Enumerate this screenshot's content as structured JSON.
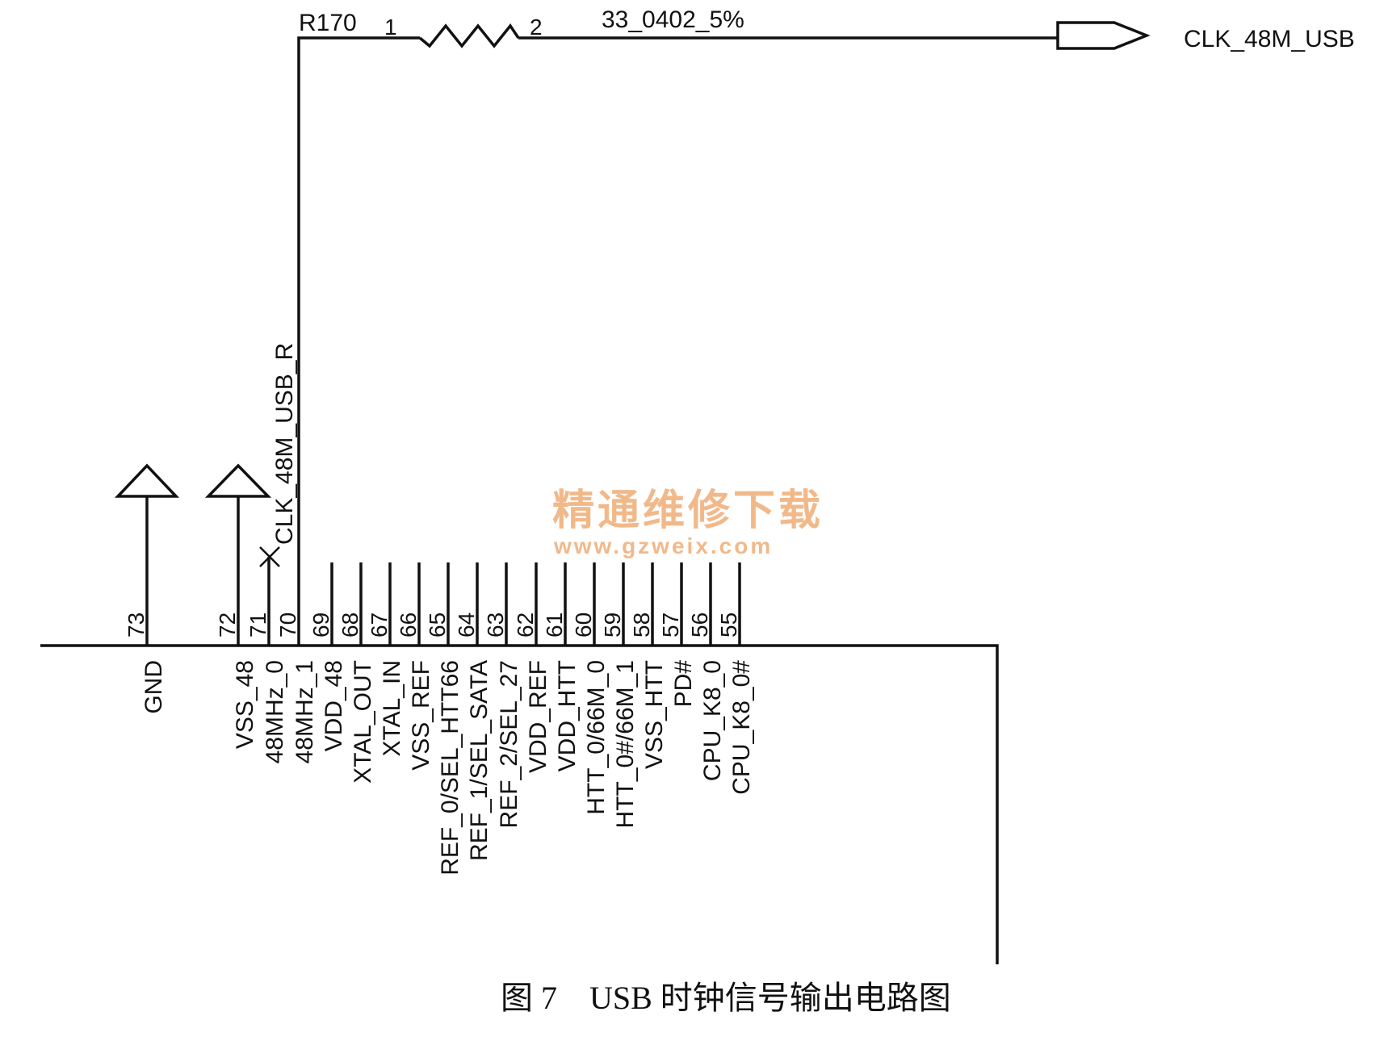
{
  "resistor": {
    "ref": "R170",
    "pin1": "1",
    "pin2": "2",
    "value": "33_0402_5%"
  },
  "output_net": "CLK_48M_USB",
  "trace_net": "CLK_48M_USB_R",
  "pins": [
    {
      "num": "73",
      "name": "GND"
    },
    {
      "num": "72",
      "name": "VSS_48"
    },
    {
      "num": "71",
      "name": "48MHz_0"
    },
    {
      "num": "70",
      "name": "48MHz_1"
    },
    {
      "num": "69",
      "name": "VDD_48"
    },
    {
      "num": "68",
      "name": "XTAL_OUT"
    },
    {
      "num": "67",
      "name": "XTAL_IN"
    },
    {
      "num": "66",
      "name": "VSS_REF"
    },
    {
      "num": "65",
      "name": "REF_0/SEL_HTT66"
    },
    {
      "num": "64",
      "name": "REF_1/SEL_SATA"
    },
    {
      "num": "63",
      "name": "REF_2/SEL_27"
    },
    {
      "num": "62",
      "name": "VDD_REF"
    },
    {
      "num": "61",
      "name": "VDD_HTT"
    },
    {
      "num": "60",
      "name": "HTT_0/66M_0"
    },
    {
      "num": "59",
      "name": "HTT_0#/66M_1"
    },
    {
      "num": "58",
      "name": "VSS_HTT"
    },
    {
      "num": "57",
      "name": "PD#"
    },
    {
      "num": "56",
      "name": "CPU_K8_0"
    },
    {
      "num": "55",
      "name": "CPU_K8_0#"
    }
  ],
  "watermark": {
    "title": "精通维修下载",
    "url": "www.gzweix.com"
  },
  "caption": "图 7　USB 时钟信号输出电路图"
}
